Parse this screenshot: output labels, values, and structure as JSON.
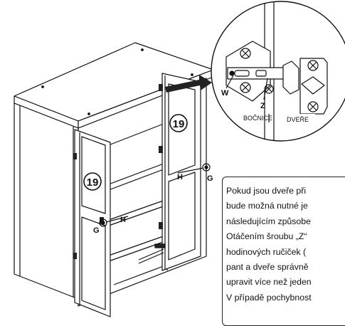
{
  "callout_labels": {
    "w": "W",
    "z": "Z",
    "bocnice": "BOČNICE",
    "dvere": "DVEŘE"
  },
  "cabinet_labels": {
    "step_right": "19",
    "step_left": "19",
    "h_right": "H",
    "g_right": "G",
    "h_left": "H",
    "g_left": "G"
  },
  "note": {
    "lines": [
      "Pokud jsou dveře při",
      "bude možná nutné je",
      "následujícím způsobe",
      "Otáčením šroubu „Z“",
      "hodinových ručiček (",
      "pant a dveře správně",
      "upravit více než jeden",
      "V případě pochybnost"
    ]
  }
}
